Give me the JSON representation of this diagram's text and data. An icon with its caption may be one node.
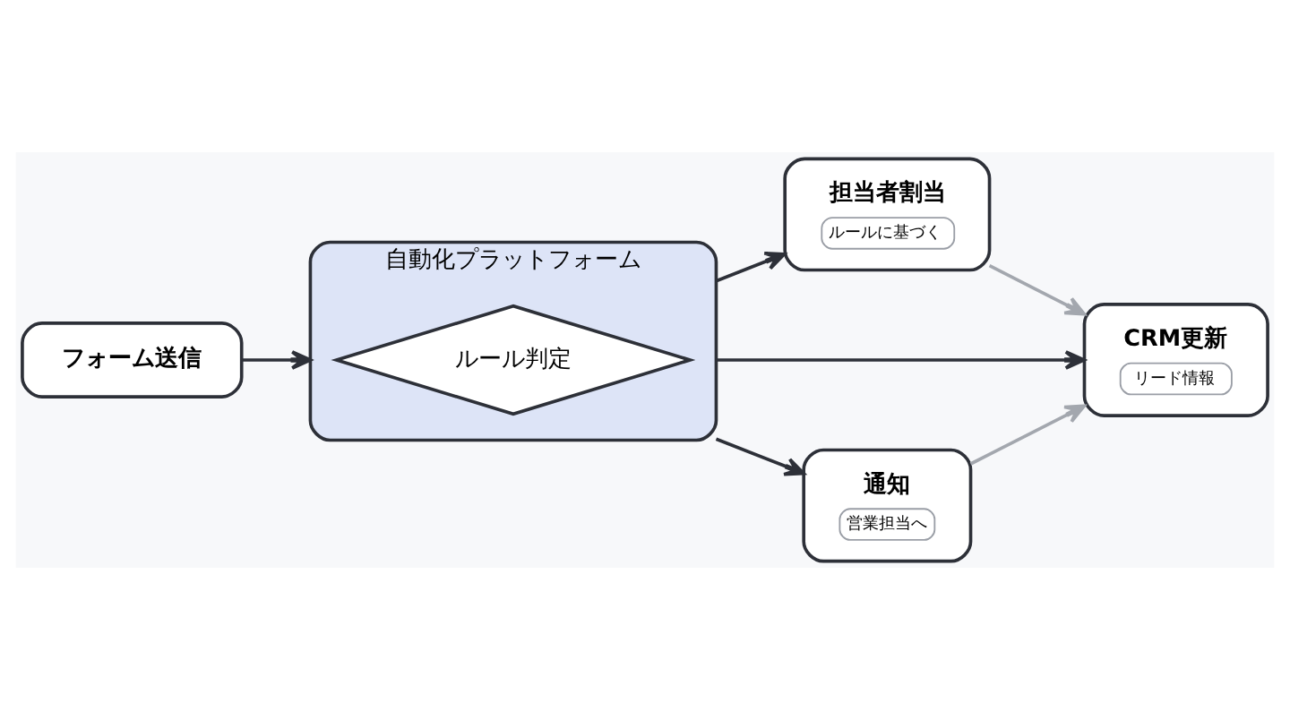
{
  "diagram": {
    "nodes": [
      {
        "text": [
          "フォーム送信"
        ]
      },
      {
        "text": [
          "自動化プラットフォーム"
        ]
      },
      {
        "text": [
          "ルール判定"
        ],
        "in": 1
      },
      {
        "text": [
          "担当者割当",
          "ルールに基づく"
        ]
      },
      {
        "text": [
          "CRM更新",
          "リード情報"
        ]
      },
      {
        "text": [
          "通知",
          "営業担当へ"
        ]
      }
    ],
    "edges": [
      {
        "from": 0,
        "to": 1,
        "arrow": "to",
        "color": "#2d3038"
      },
      {
        "from": 1,
        "to": 3,
        "arrow": "to",
        "color": "#2d3038"
      },
      {
        "from": 1,
        "to": 4,
        "arrow": "to",
        "color": "#2d3038"
      },
      {
        "from": 1,
        "to": 5,
        "arrow": "to",
        "color": "#2d3038"
      },
      {
        "from": 3,
        "to": 4,
        "arrow": "to",
        "color": "#a3a7ae"
      },
      {
        "from": 5,
        "to": 4,
        "arrow": "to",
        "color": "#a3a7ae"
      }
    ]
  }
}
